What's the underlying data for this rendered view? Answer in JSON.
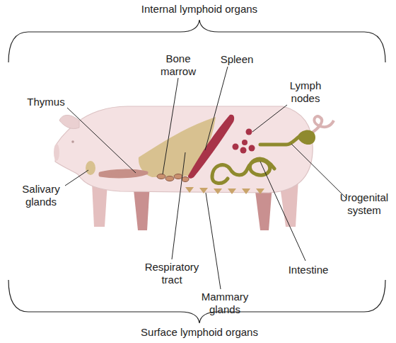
{
  "diagram": {
    "labels": [
      "Internal lymphoid organs",
      "Bone marrow",
      "Spleen",
      "Lymph nodes",
      "Thymus",
      "Salivary glands",
      "Respiratory tract",
      "Mammary glands",
      "Intestine",
      "Urogenital system",
      "Surface lymphoid organs"
    ]
  }
}
